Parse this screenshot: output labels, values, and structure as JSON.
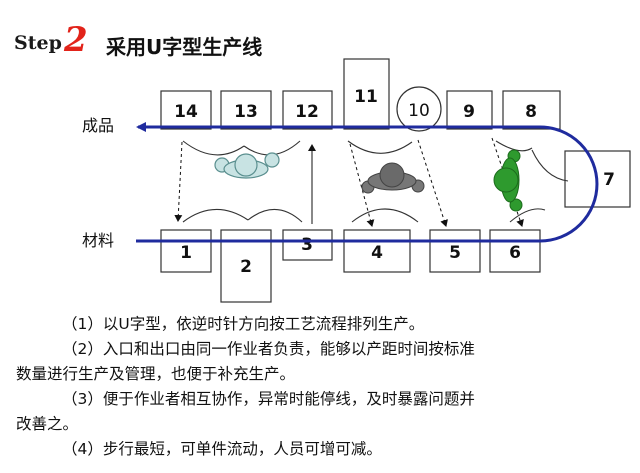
{
  "header": {
    "step_word": "Step",
    "step_number": "2",
    "title": "采用U字型生产线"
  },
  "side_labels": {
    "output": "成品",
    "input": "材料"
  },
  "stations": [
    {
      "id": "1",
      "label": "1"
    },
    {
      "id": "2",
      "label": "2"
    },
    {
      "id": "3",
      "label": "3"
    },
    {
      "id": "4",
      "label": "4"
    },
    {
      "id": "5",
      "label": "5"
    },
    {
      "id": "6",
      "label": "6"
    },
    {
      "id": "7",
      "label": "7"
    },
    {
      "id": "8",
      "label": "8"
    },
    {
      "id": "9",
      "label": "9"
    },
    {
      "id": "10",
      "label": "10"
    },
    {
      "id": "11",
      "label": "11"
    },
    {
      "id": "12",
      "label": "12"
    },
    {
      "id": "13",
      "label": "13"
    },
    {
      "id": "14",
      "label": "14"
    }
  ],
  "workers": [
    {
      "name": "worker-1",
      "color": "#c8e3e3"
    },
    {
      "name": "worker-2",
      "color": "#777777"
    },
    {
      "name": "worker-3",
      "color": "#2e9a2e"
    }
  ],
  "colors": {
    "flow_line": "#1f2b9e",
    "step_number": "#e2231a"
  },
  "notes": [
    "（1）以U字型，依逆时针方向按工艺流程排列生产。",
    "（2）入口和出口由同一作业者负责，能够以产距时间按标准",
    "数量进行生产及管理，也便于补充生产。",
    "（3）便于作业者相互协作，异常时能停线，及时暴露问题并",
    "改善之。",
    "（4）步行最短，可单件流动，人员可增可减。"
  ]
}
